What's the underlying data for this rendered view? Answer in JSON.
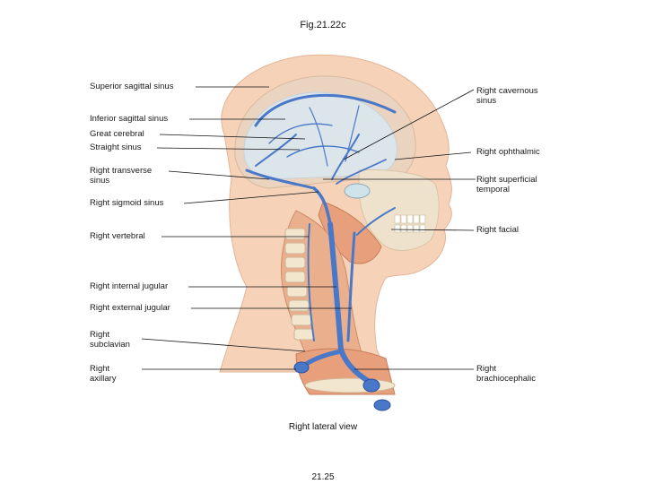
{
  "header": {
    "title": "Fig.21.22c"
  },
  "caption": "Right lateral view",
  "footer": {
    "page": "21.25"
  },
  "labels_left": [
    {
      "id": "superior-sagittal-sinus",
      "lines": [
        "Superior sagittal sinus"
      ]
    },
    {
      "id": "inferior-sagittal-sinus",
      "lines": [
        "Inferior sagittal sinus"
      ]
    },
    {
      "id": "great-cerebral",
      "lines": [
        "Great cerebral"
      ]
    },
    {
      "id": "straight-sinus",
      "lines": [
        "Straight sinus"
      ]
    },
    {
      "id": "right-transverse-sinus",
      "lines": [
        "Right transverse",
        "sinus"
      ]
    },
    {
      "id": "right-sigmoid-sinus",
      "lines": [
        "Right sigmoid sinus"
      ]
    },
    {
      "id": "right-vertebral",
      "lines": [
        "Right vertebral"
      ]
    },
    {
      "id": "right-internal-jugular",
      "lines": [
        "Right internal jugular"
      ]
    },
    {
      "id": "right-external-jugular",
      "lines": [
        "Right external jugular"
      ]
    },
    {
      "id": "right-subclavian",
      "lines": [
        "Right",
        "subclavian"
      ]
    },
    {
      "id": "right-axillary",
      "lines": [
        "Right",
        "axillary"
      ]
    }
  ],
  "labels_right": [
    {
      "id": "right-cavernous-sinus",
      "lines": [
        "Right cavernous",
        "sinus"
      ]
    },
    {
      "id": "right-ophthalmic",
      "lines": [
        "Right ophthalmic"
      ]
    },
    {
      "id": "right-superficial-temporal",
      "lines": [
        "Right superficial",
        "temporal"
      ]
    },
    {
      "id": "right-facial",
      "lines": [
        "Right facial"
      ]
    },
    {
      "id": "right-brachiocephalic",
      "lines": [
        "Right",
        "brachiocephalic"
      ]
    }
  ],
  "colors": {
    "skin": "#f6d2b8",
    "muscle": "#e89a72",
    "vein": "#4a78c9",
    "vein_dark": "#2a4f9c",
    "bone": "#f2e6cf",
    "brain": "#d8e4ec"
  }
}
